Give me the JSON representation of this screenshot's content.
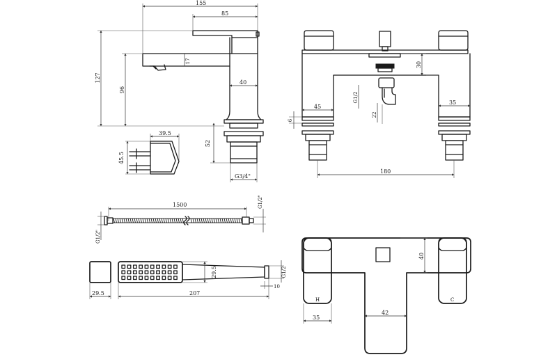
{
  "spout_side": {
    "overall_width": "155",
    "lever_width": "85",
    "overall_height": "127",
    "spout_height": "96",
    "spout_thickness": "17",
    "body_width": "40",
    "thread_length": "52",
    "thread": "G3/4\""
  },
  "flange": {
    "width": "39.5",
    "height": "45.5"
  },
  "front": {
    "valve_offset": "30",
    "height": "6",
    "body_left": "45",
    "body_right": "35",
    "outlet_thread": "G1/2",
    "outlet_offset": "22",
    "centres": "180"
  },
  "hose": {
    "length": "1500",
    "thread_left": "G1/2\"",
    "thread_right": "G1/2\""
  },
  "handset": {
    "end_width": "29.5",
    "head_height": "29.5",
    "length": "207",
    "tail": "10",
    "thread": "G1/2"
  },
  "plan": {
    "handle_depth": "40",
    "handle_width": "35",
    "spout_width": "42",
    "hot_mark": "H",
    "cold_mark": "C"
  }
}
